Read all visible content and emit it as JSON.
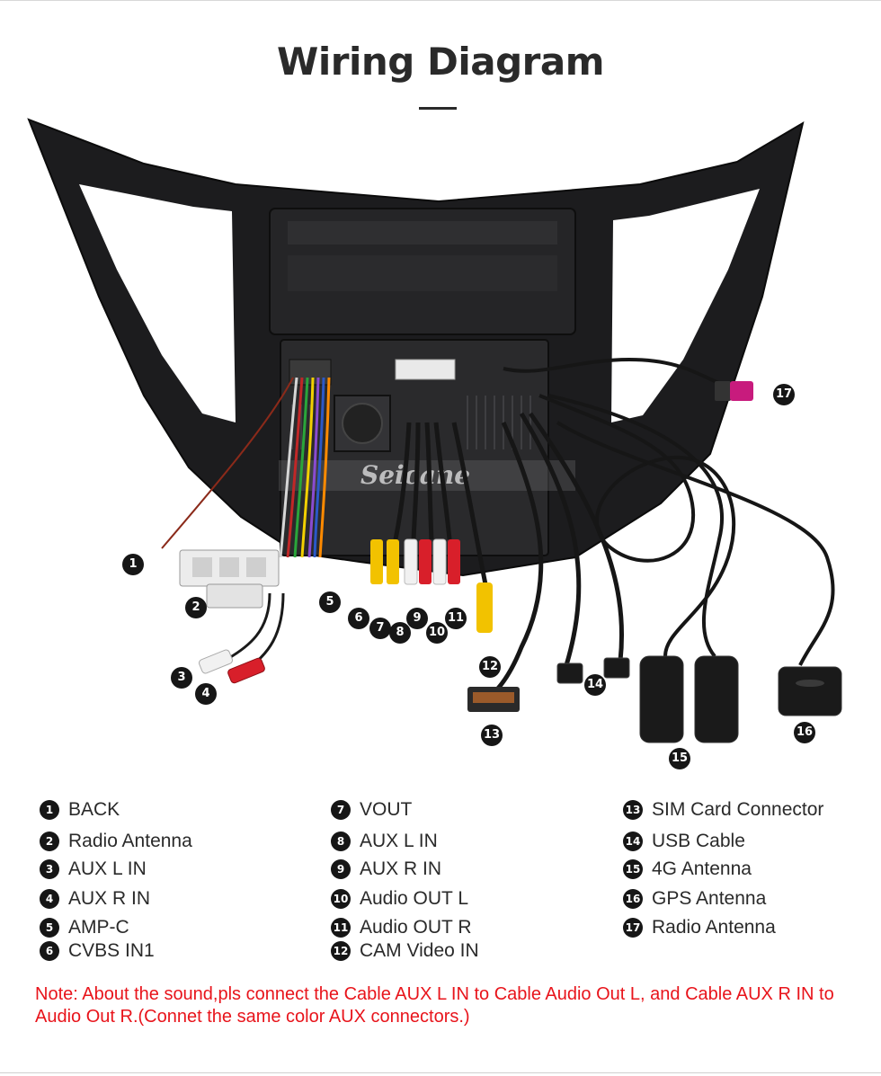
{
  "title": "Wiring Diagram",
  "watermark": "Seicane",
  "diagram_markers": [
    "1",
    "2",
    "3",
    "4",
    "5",
    "6",
    "7",
    "8",
    "9",
    "10",
    "11",
    "12",
    "13",
    "14",
    "15",
    "16",
    "17"
  ],
  "legend": [
    {
      "num": "1",
      "label": "BACK"
    },
    {
      "num": "2",
      "label": "Radio Antenna"
    },
    {
      "num": "3",
      "label": "AUX L IN"
    },
    {
      "num": "4",
      "label": "AUX R IN"
    },
    {
      "num": "5",
      "label": "AMP-C"
    },
    {
      "num": "6",
      "label": "CVBS IN1"
    },
    {
      "num": "7",
      "label": "VOUT"
    },
    {
      "num": "8",
      "label": "AUX L IN"
    },
    {
      "num": "9",
      "label": "AUX R IN"
    },
    {
      "num": "10",
      "label": "Audio OUT L"
    },
    {
      "num": "11",
      "label": "Audio OUT R"
    },
    {
      "num": "12",
      "label": "CAM Video IN"
    },
    {
      "num": "13",
      "label": "SIM Card Connector"
    },
    {
      "num": "14",
      "label": "USB Cable"
    },
    {
      "num": "15",
      "label": "4G Antenna"
    },
    {
      "num": "16",
      "label": "GPS Antenna"
    },
    {
      "num": "17",
      "label": "Radio Antenna"
    }
  ],
  "note": "Note: About the sound,pls connect the Cable AUX L IN to Cable Audio Out L, and Cable AUX R IN to  Audio Out R.(Connet the same color AUX connectors.)",
  "colors": {
    "frame": "#1c1c1e",
    "cable_black": "#151515",
    "rca_red": "#d81f2a",
    "rca_yellow": "#f2c200",
    "rca_white": "#f1f1f1",
    "note_red": "#e8141b"
  }
}
